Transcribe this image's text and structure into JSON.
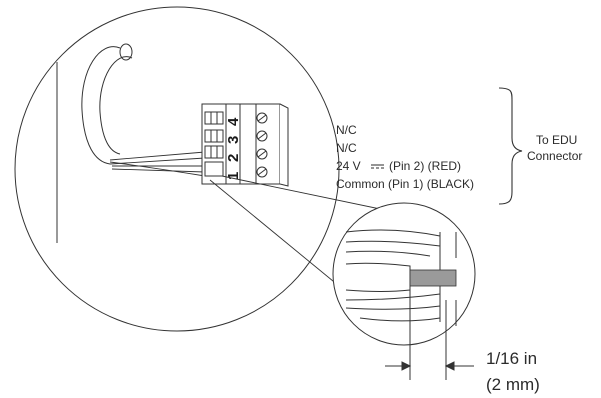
{
  "wire_labels": {
    "pin4": "N/C",
    "pin3": "N/C",
    "pin2_prefix": "24 V",
    "pin2_suffix": "(Pin 2) (RED)",
    "pin1": "Common (Pin 1) (BLACK)"
  },
  "bracket_label": {
    "line1": "To EDU",
    "line2": "Connector"
  },
  "terminal_pins": [
    "1",
    "2",
    "3",
    "4"
  ],
  "strip_length": {
    "imperial": "1/16 in",
    "metric": "(2 mm)"
  },
  "colors": {
    "line": "#333333",
    "text": "#2b2b2b",
    "wire_core": "#9a9a9a"
  }
}
